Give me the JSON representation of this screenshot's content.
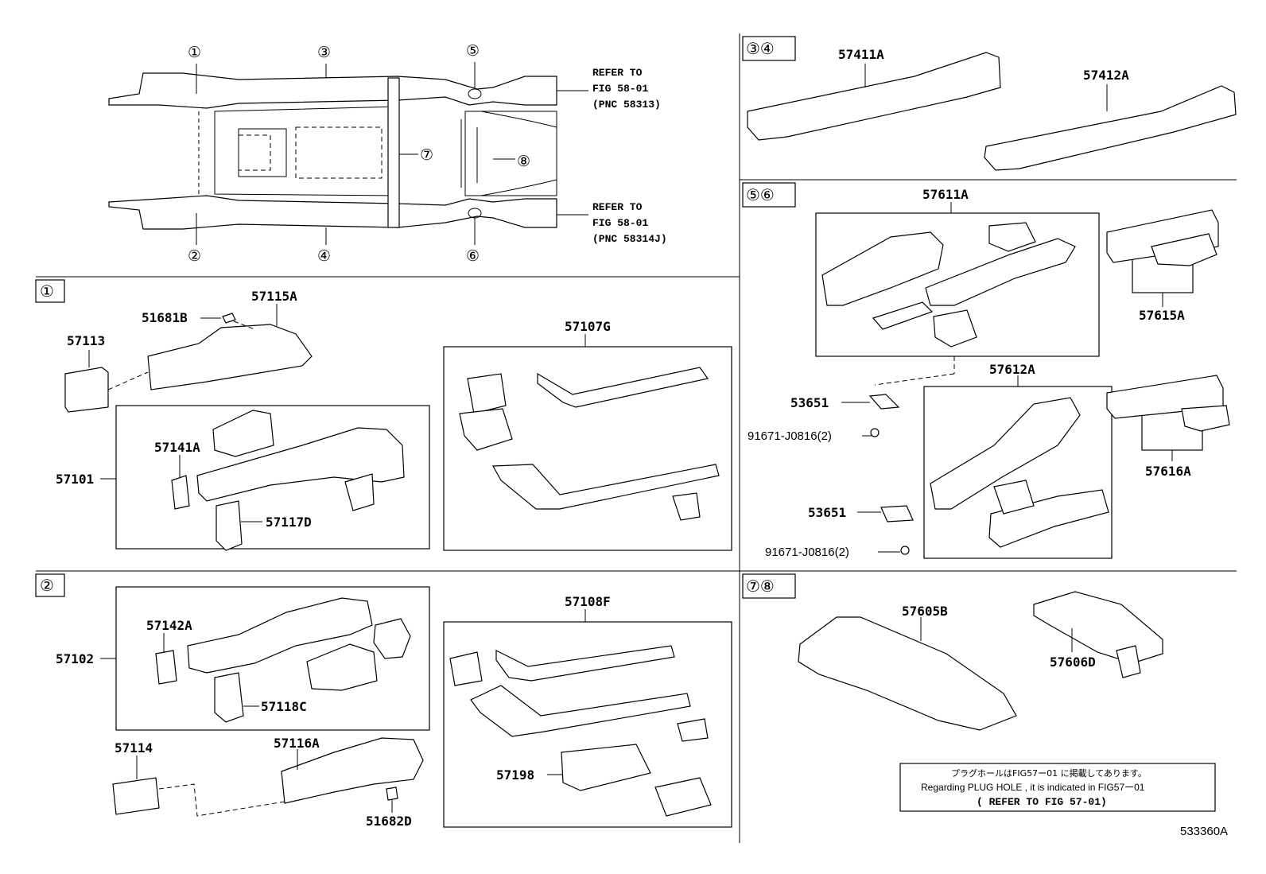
{
  "overview": {
    "callouts": [
      "①",
      "②",
      "③",
      "④",
      "⑤",
      "⑥",
      "⑦",
      "⑧"
    ],
    "refer_top": [
      "REFER TO",
      "FIG 58-01",
      "(PNC 58313)"
    ],
    "refer_bottom": [
      "REFER TO",
      "FIG 58-01",
      "(PNC 58314J)"
    ]
  },
  "section1": {
    "tag": "①",
    "parts": {
      "p57113": "57113",
      "p51681B": "51681B",
      "p57115A": "57115A",
      "p57141A": "57141A",
      "p57101": "57101",
      "p57117D": "57117D",
      "p57107G": "57107G"
    }
  },
  "section2": {
    "tag": "②",
    "parts": {
      "p57142A": "57142A",
      "p57102": "57102",
      "p57118C": "57118C",
      "p57114": "57114",
      "p57116A": "57116A",
      "p51682D": "51682D",
      "p57108F": "57108F",
      "p57198": "57198"
    }
  },
  "section34": {
    "tag": "③④",
    "parts": {
      "p57411A": "57411A",
      "p57412A": "57412A"
    }
  },
  "section56": {
    "tag": "⑤⑥",
    "parts": {
      "p57611A": "57611A",
      "p57615A": "57615A",
      "p57612A": "57612A",
      "p57616A": "57616A",
      "p53651a": "53651",
      "p53651b": "53651",
      "p91671a": "91671-J0816(2)",
      "p91671b": "91671-J0816(2)"
    }
  },
  "section78": {
    "tag": "⑦⑧",
    "parts": {
      "p57605B": "57605B",
      "p57606D": "57606D"
    }
  },
  "note": {
    "jp": "プラグホールはFIG57ー01 に掲載してあります。",
    "en": "Regarding PLUG HOLE , it is indicated in FIG57ー01",
    "ref": "( REFER TO FIG 57-01)"
  },
  "figure_code": "533360A"
}
